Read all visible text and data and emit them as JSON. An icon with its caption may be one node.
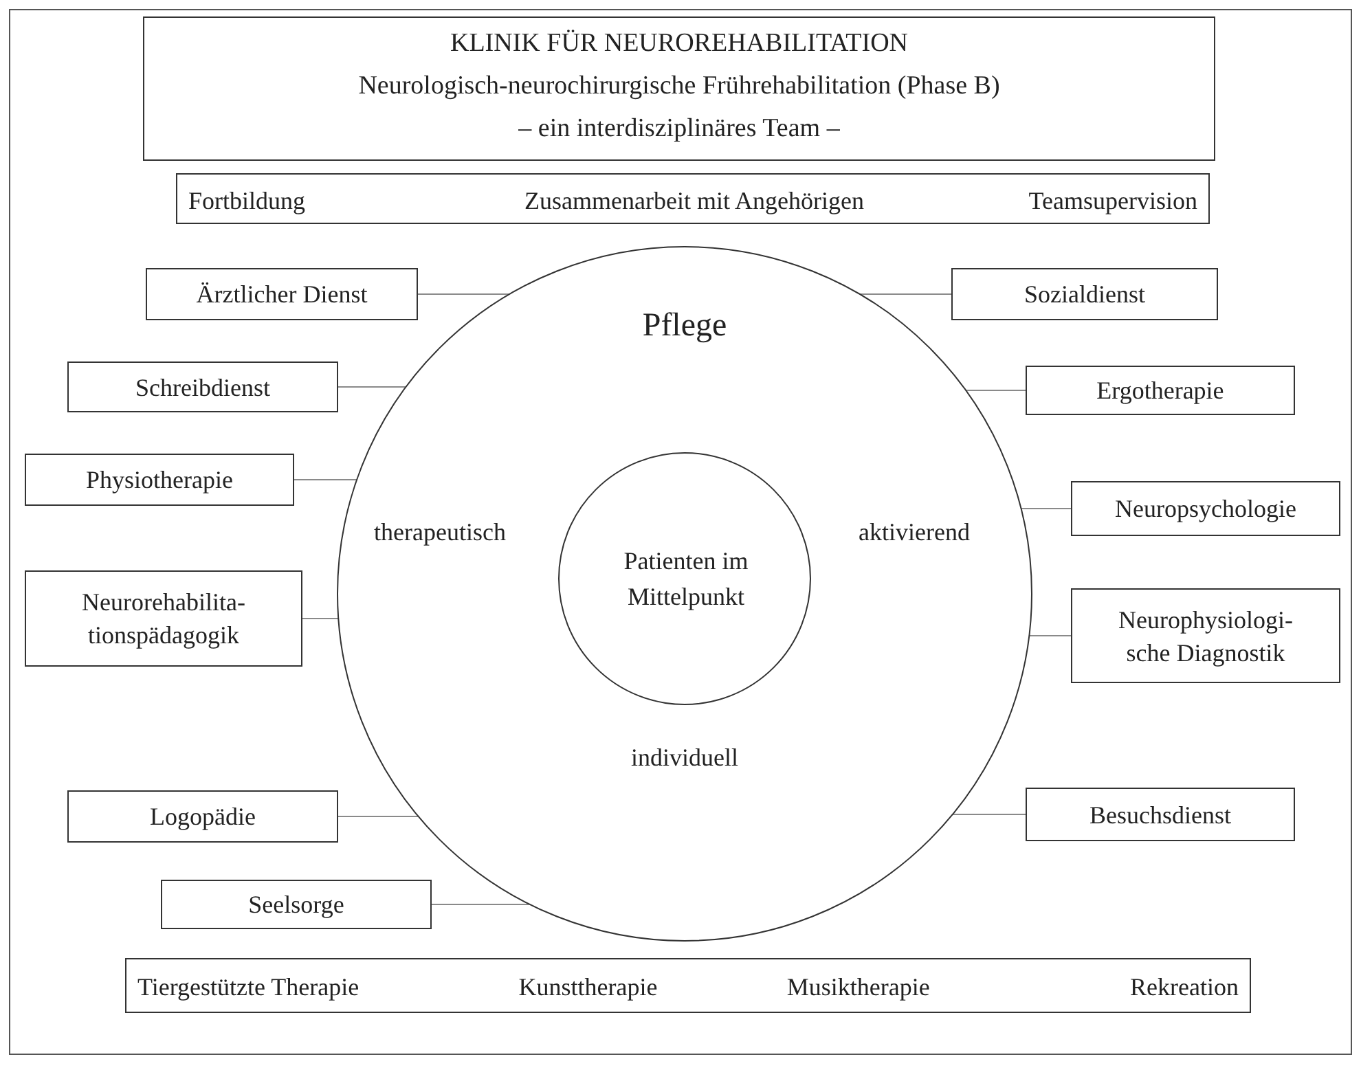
{
  "diagram": {
    "nodes": [
      {
        "text": [
          "KLINIK FÜR NEUROREHABILITATION",
          "Neurologisch-neurochirurgische Frührehabilitation (Phase B)",
          "– ein interdisziplinäres Team –"
        ]
      },
      {
        "text": [
          "Fortbildung",
          "Zusammenarbeit mit Angehörigen",
          "Teamsupervision"
        ]
      },
      {
        "text": [
          "Pflege",
          "therapeutisch",
          "aktivierend",
          "individuell"
        ]
      },
      {
        "text": [
          "Patienten im Mittelpunkt"
        ],
        "in": 2
      },
      {
        "text": [
          "Ärztlicher Dienst"
        ]
      },
      {
        "text": [
          "Sozialdienst"
        ]
      },
      {
        "text": [
          "Schreibdienst"
        ]
      },
      {
        "text": [
          "Ergotherapie"
        ]
      },
      {
        "text": [
          "Physiotherapie"
        ]
      },
      {
        "text": [
          "Neuropsychologie"
        ]
      },
      {
        "text": [
          "Neurorehabilita-tionspädagogik"
        ]
      },
      {
        "text": [
          "Neurophysiologi-sche Diagnostik"
        ]
      },
      {
        "text": [
          "Logopädie"
        ]
      },
      {
        "text": [
          "Besuchsdienst"
        ]
      },
      {
        "text": [
          "Seelsorge"
        ]
      },
      {
        "text": [
          "Tiergestützte Therapie",
          "Kunsttherapie",
          "Musiktherapie",
          "Rekreation"
        ]
      }
    ],
    "edges": [
      {
        "from": 4,
        "to": 2,
        "arrow": "none"
      },
      {
        "from": 5,
        "to": 2,
        "arrow": "none"
      },
      {
        "from": 6,
        "to": 2,
        "arrow": "none"
      },
      {
        "from": 7,
        "to": 2,
        "arrow": "none"
      },
      {
        "from": 8,
        "to": 2,
        "arrow": "none"
      },
      {
        "from": 9,
        "to": 2,
        "arrow": "none"
      },
      {
        "from": 10,
        "to": 2,
        "arrow": "none"
      },
      {
        "from": 11,
        "to": 2,
        "arrow": "none"
      },
      {
        "from": 12,
        "to": 2,
        "arrow": "none"
      },
      {
        "from": 13,
        "to": 2,
        "arrow": "none"
      },
      {
        "from": 14,
        "to": 2,
        "arrow": "none"
      }
    ]
  }
}
